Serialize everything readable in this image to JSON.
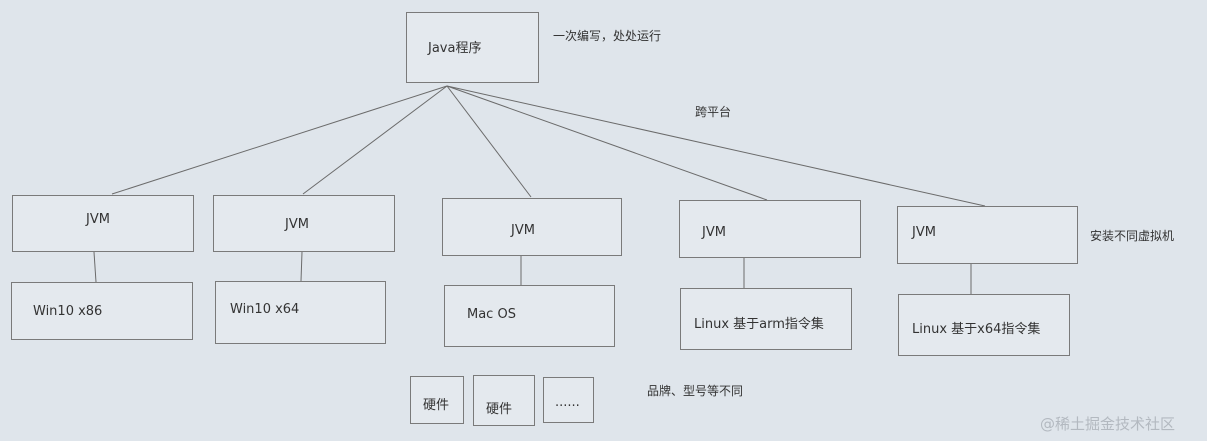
{
  "root": {
    "label": "Java程序"
  },
  "notes": {
    "slogan": "一次编写，处处运行",
    "cross_platform": "跨平台",
    "install_vm": "安装不同虚拟机",
    "hardware_diff": "品牌、型号等不同"
  },
  "jvms": [
    "JVM",
    "JVM",
    "JVM",
    "JVM",
    "JVM"
  ],
  "platforms": [
    "Win10 x86",
    "Win10 x64",
    "Mac OS",
    "Linux  基于arm指令集",
    "Linux   基于x64指令集"
  ],
  "hardware": [
    "硬件",
    "硬件",
    "......"
  ],
  "watermark": "@稀土掘金技术社区"
}
